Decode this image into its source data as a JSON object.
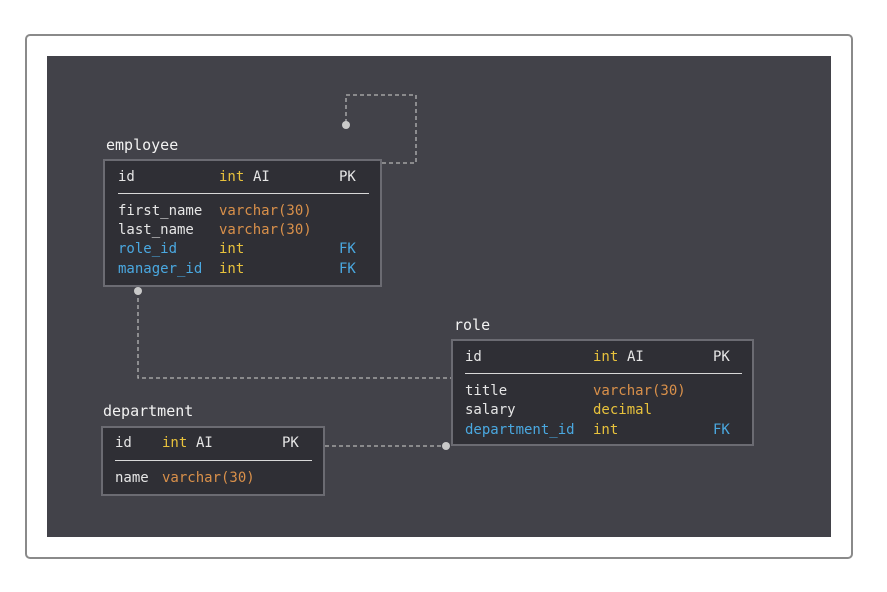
{
  "colors": {
    "background": "#424249",
    "table_fill": "#2f2f35",
    "table_border": "#6b6b72",
    "column_name": "#e6e6e6",
    "foreign_key": "#4aa8e0",
    "numeric_type": "#e8c23c",
    "string_type": "#d9904a",
    "connector": "#b5b5b5"
  },
  "tables": {
    "employee": {
      "title": "employee",
      "pk": {
        "name": "id",
        "type": "int",
        "extra": "AI",
        "key": "PK"
      },
      "columns": [
        {
          "name": "first_name",
          "type": "varchar(30)",
          "key": ""
        },
        {
          "name": "last_name",
          "type": "varchar(30)",
          "key": ""
        },
        {
          "name": "role_id",
          "type": "int",
          "key": "FK"
        },
        {
          "name": "manager_id",
          "type": "int",
          "key": "FK"
        }
      ]
    },
    "role": {
      "title": "role",
      "pk": {
        "name": "id",
        "type": "int",
        "extra": "AI",
        "key": "PK"
      },
      "columns": [
        {
          "name": "title",
          "type": "varchar(30)",
          "key": ""
        },
        {
          "name": "salary",
          "type": "decimal",
          "key": ""
        },
        {
          "name": "department_id",
          "type": "int",
          "key": "FK"
        }
      ]
    },
    "department": {
      "title": "department",
      "pk": {
        "name": "id",
        "type": "int",
        "extra": "AI",
        "key": "PK"
      },
      "columns": [
        {
          "name": "name",
          "type": "varchar(30)",
          "key": ""
        }
      ]
    }
  },
  "relationships": [
    {
      "from": "employee.manager_id",
      "to": "employee.id",
      "kind": "self-reference"
    },
    {
      "from": "employee.role_id",
      "to": "role.id"
    },
    {
      "from": "role.department_id",
      "to": "department.id"
    }
  ]
}
